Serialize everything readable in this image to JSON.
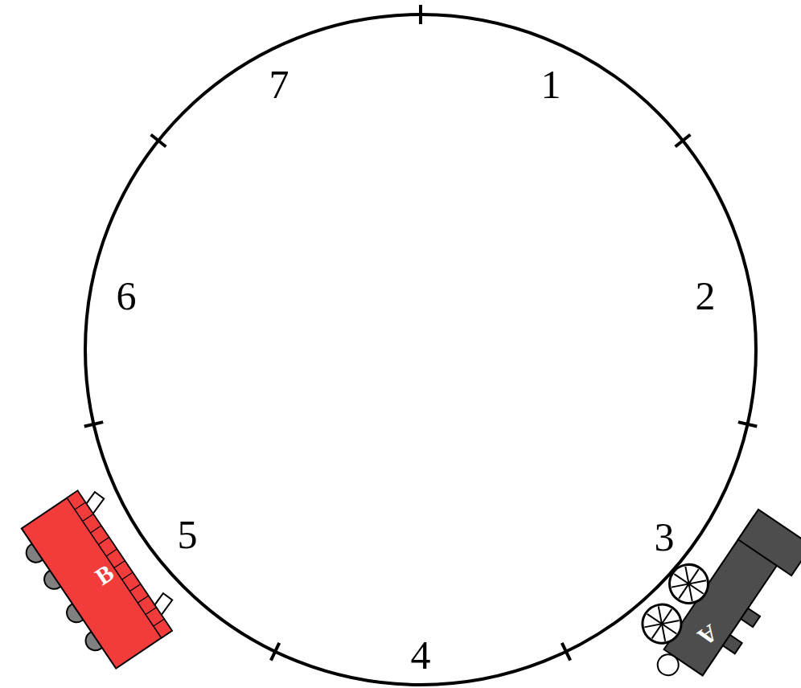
{
  "diagram": {
    "labels": [
      "1",
      "2",
      "3",
      "4",
      "5",
      "6",
      "7",
      "B",
      "A"
    ]
  }
}
